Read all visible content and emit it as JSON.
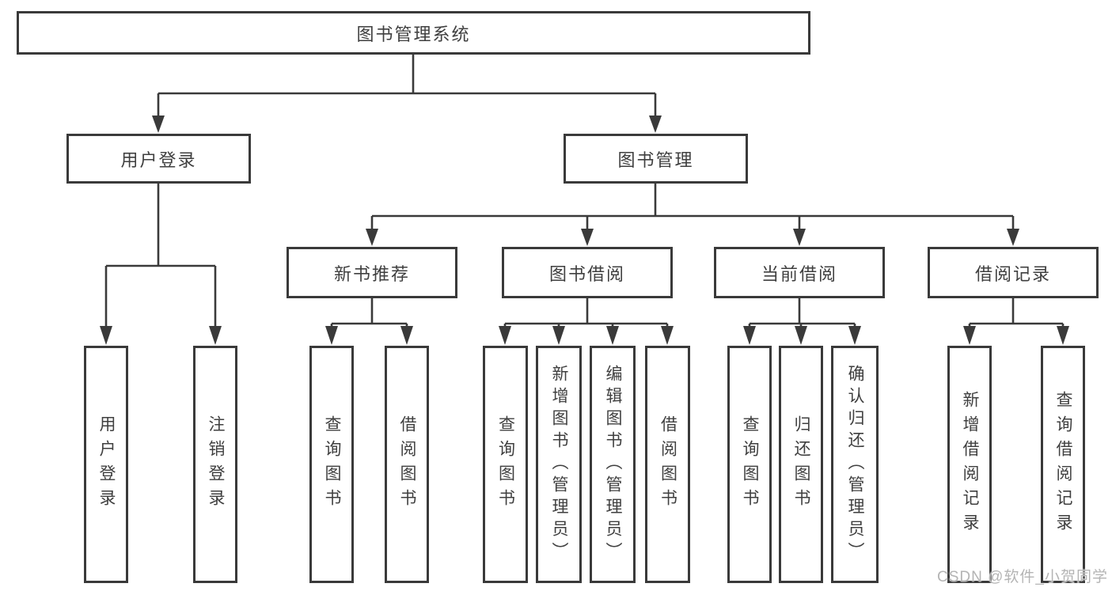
{
  "diagram": {
    "title": "图书管理系统",
    "tree": {
      "label": "图书管理系统",
      "children": [
        {
          "label": "用户登录",
          "children": [
            {
              "label": "用户登录"
            },
            {
              "label": "注销登录"
            }
          ]
        },
        {
          "label": "图书管理",
          "children": [
            {
              "label": "新书推荐",
              "children": [
                {
                  "label": "查询图书"
                },
                {
                  "label": "借阅图书"
                }
              ]
            },
            {
              "label": "图书借阅",
              "children": [
                {
                  "label": "查询图书"
                },
                {
                  "label": "新增图书（管理员）"
                },
                {
                  "label": "编辑图书（管理员）"
                },
                {
                  "label": "借阅图书"
                }
              ]
            },
            {
              "label": "当前借阅",
              "children": [
                {
                  "label": "查询图书"
                },
                {
                  "label": "归还图书"
                },
                {
                  "label": "确认归还（管理员）"
                }
              ]
            },
            {
              "label": "借阅记录",
              "children": [
                {
                  "label": "新增借阅记录"
                },
                {
                  "label": "查询借阅记录"
                }
              ]
            }
          ]
        }
      ]
    },
    "colors": {
      "line": "#3a3a3a",
      "text": "#3f3f3f",
      "background": "#ffffff",
      "watermark": "#b4b4b4"
    }
  },
  "watermark": {
    "text": "CSDN @软件_小贺同学"
  }
}
